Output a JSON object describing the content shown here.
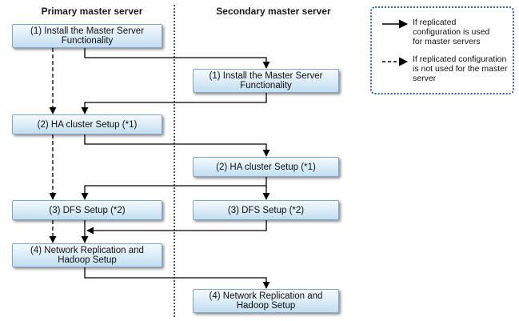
{
  "headings": {
    "primary": "Primary master server",
    "secondary": "Secondary master server"
  },
  "boxes": {
    "p1": "(1) Install the Master Server Functionality",
    "s1": "(1) Install the Master Server Functionality",
    "p2": "(2) HA cluster Setup (*1)",
    "s2": "(2) HA cluster Setup (*1)",
    "p3": "(3) DFS Setup (*2)",
    "s3": "(3) DFS Setup (*2)",
    "p4": "(4) Network Replication and Hadoop Setup",
    "s4": "(4) Network Replication and Hadoop Setup"
  },
  "legend": {
    "solid": "If replicated configuration is used for master servers",
    "dashed": "If replicated configuration is not used for the master server"
  }
}
